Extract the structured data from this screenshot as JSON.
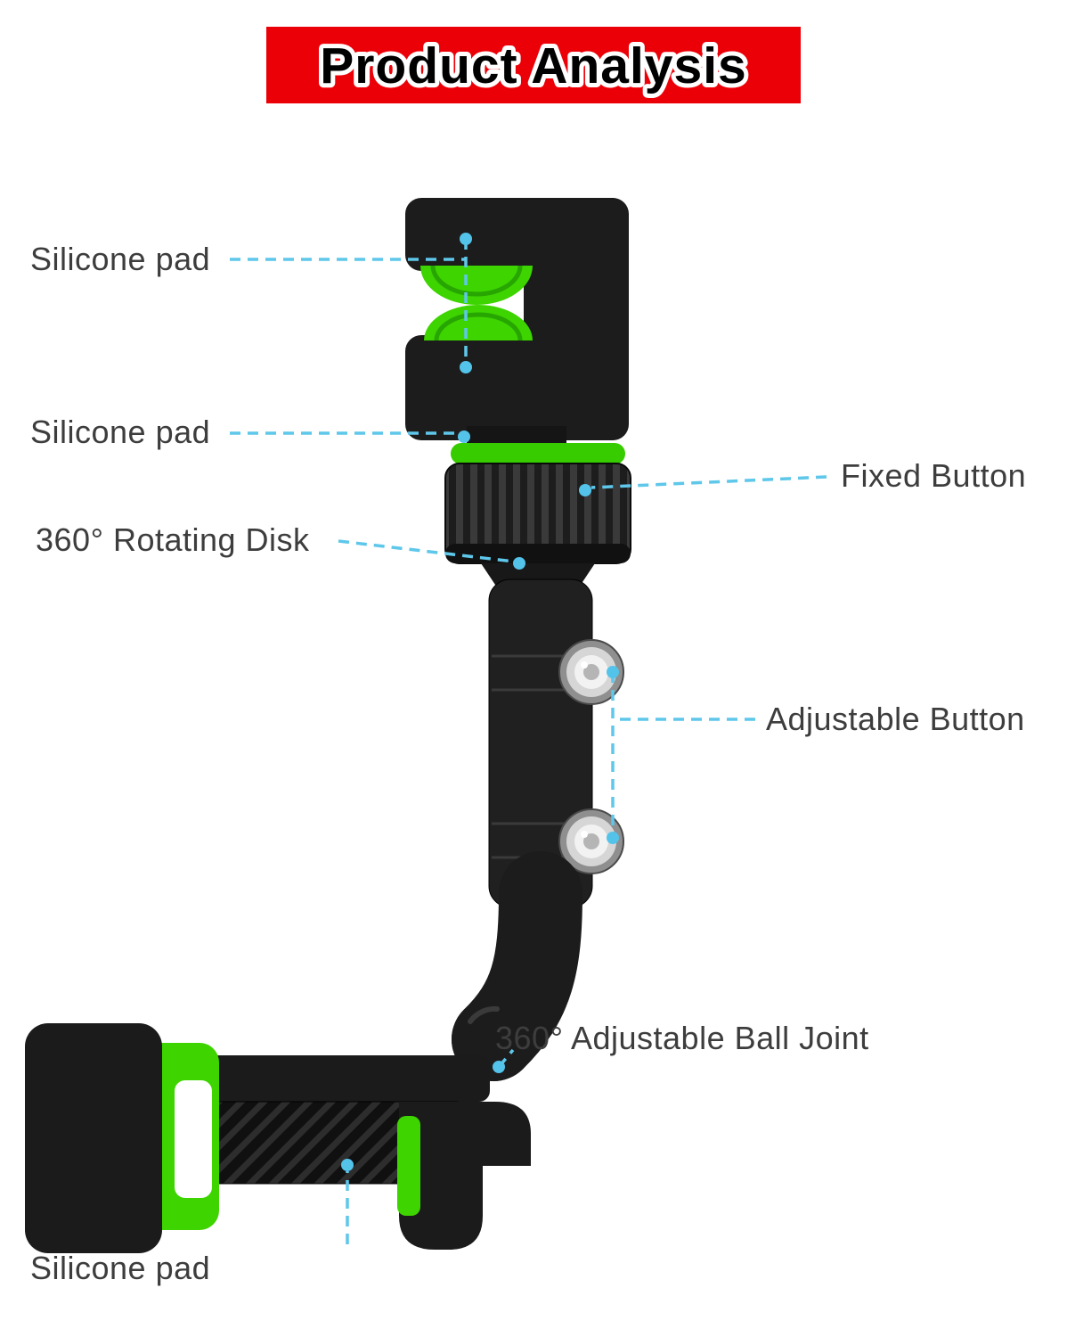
{
  "title": "Product Analysis",
  "banner": {
    "background": "#ec0008",
    "text_color": "#000000",
    "outline_color": "#ffffff"
  },
  "labels": [
    {
      "id": "silicone-pad-top",
      "text": "Silicone pad"
    },
    {
      "id": "silicone-pad-lower-jaw",
      "text": "Silicone pad"
    },
    {
      "id": "rotating-disk",
      "text": "360° Rotating Disk"
    },
    {
      "id": "fixed-button",
      "text": "Fixed Button"
    },
    {
      "id": "adjustable-button",
      "text": "Adjustable Button"
    },
    {
      "id": "ball-joint",
      "text": "360° Adjustable Ball Joint"
    },
    {
      "id": "silicone-pad-bottom",
      "text": "Silicone pad"
    }
  ],
  "colors": {
    "accent_green": "#3dd400",
    "leader_line": "#5ec7ea",
    "product_black": "#1c1c1c",
    "label_text": "#3d3d3d",
    "banner_red": "#ec0008"
  }
}
